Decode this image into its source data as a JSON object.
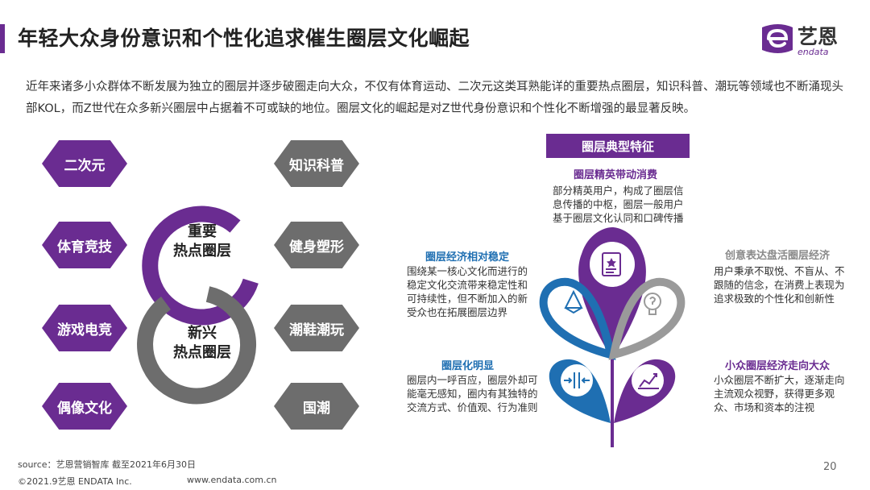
{
  "header": {
    "title": "年轻大众身份意识和个性化追求催生圈层文化崛起",
    "logo_cn": "艺恩",
    "logo_en": "endata"
  },
  "intro": "近年来诸多小众群体不断发展为独立的圈层并逐步破圈走向大众，不仅有体育运动、二次元这类耳熟能详的重要热点圈层，知识科普、潮玩等领域也不断涌现头部KOL，而Z世代在众多新兴圈层中占据着不可或缺的地位。圈层文化的崛起是对Z世代身份意识和个性化不断增强的最显著反映。",
  "left_hexes": [
    "二次元",
    "体育竞技",
    "游戏电竞",
    "偶像文化"
  ],
  "right_hexes": [
    "知识科普",
    "健身塑形",
    "潮鞋潮玩",
    "国潮"
  ],
  "ring_labels": {
    "top_line1": "重要",
    "top_line2": "热点圈层",
    "bottom_line1": "新兴",
    "bottom_line2": "热点圈层"
  },
  "features": {
    "title": "圈层典型特征",
    "items": [
      {
        "head": "圈层精英带动消费",
        "body": "部分精英用户，构成了圈层信息传播的中枢，圈层一般用户基于圈层文化认同和口碑传播"
      },
      {
        "head": "圈层经济相对稳定",
        "body": "围绕某一核心文化而进行的稳定文化交流带来稳定性和可持续性，但不断加入的新受众也在拓展圈层边界"
      },
      {
        "head": "创意表达盘活圈层经济",
        "body": "用户秉承不取悦、不盲从、不跟随的信念，在消费上表现为追求极致的个性化和创新性"
      },
      {
        "head": "圈层化明显",
        "body": "圈层内一呼百应，圈层外却可能毫无感知，圈内有其独特的交流方式、价值观、行为准则"
      },
      {
        "head": "小众圈层经济走向大众",
        "body": "小众圈层不断扩大，逐渐走向主流观众视野，获得更多观众、市场和资本的注视"
      }
    ]
  },
  "footer": {
    "source": "source：艺恩营销智库 截至2021年6月30日",
    "copyright": "©2021.9艺恩 ENDATA Inc.",
    "website": "www.endata.com.cn",
    "page": "20"
  },
  "colors": {
    "purple": "#6a2c91",
    "gray": "#6d6d6d",
    "blue": "#1f6fb2",
    "light_gray": "#9a9a9a"
  }
}
